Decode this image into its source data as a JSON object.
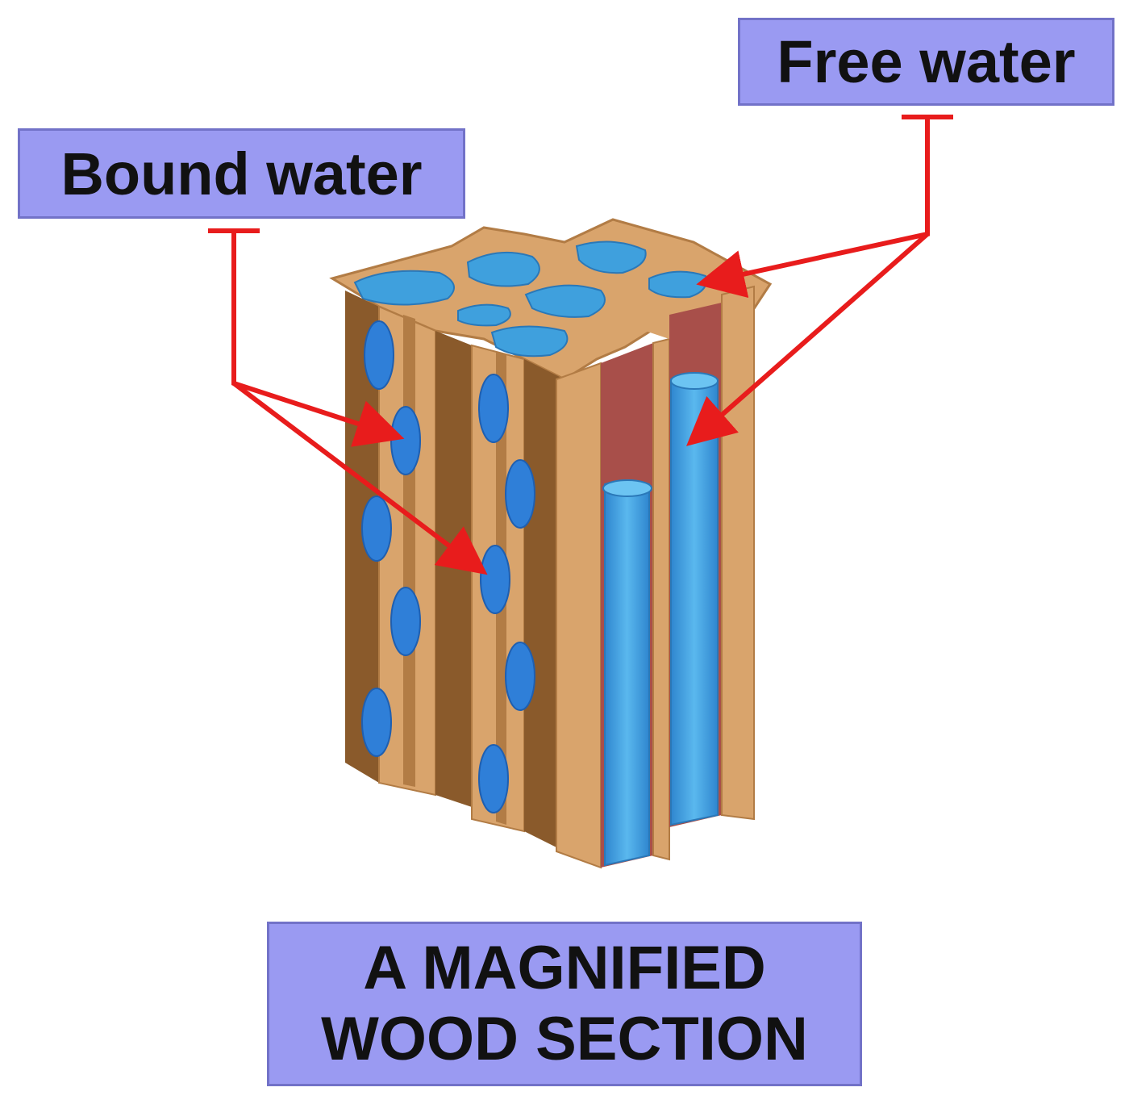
{
  "labels": {
    "free_water": "Free water",
    "bound_water": "Bound water",
    "title_line1": "A MAGNIFIED",
    "title_line2": "WOOD SECTION"
  },
  "colors": {
    "label_fill": "#9a9af2",
    "label_border": "#7272c8",
    "wood": "#d9a46c",
    "wood_dark": "#8a5a2b",
    "wood_shadow": "#b27c45",
    "cell_wall_inner": "#a84f4a",
    "water": "#3fa0dd",
    "pit": "#2f7fd8",
    "arrow": "#e81c1c"
  }
}
